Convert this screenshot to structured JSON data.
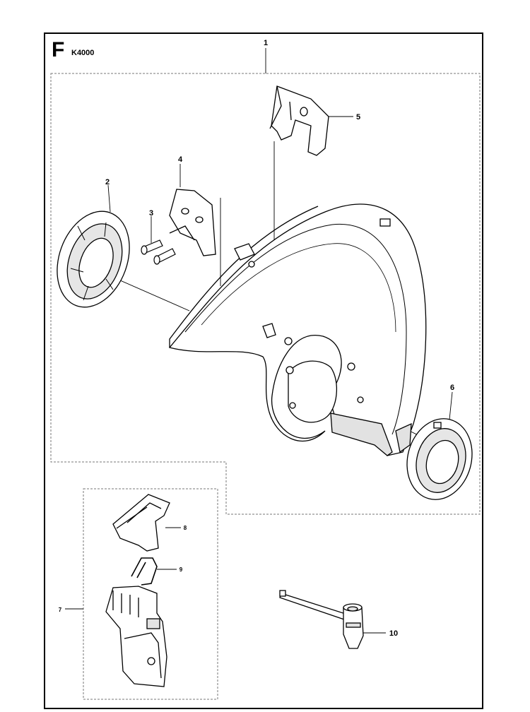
{
  "header": {
    "section_letter": "F",
    "model": "K4000"
  },
  "callouts": [
    {
      "id": "1",
      "label": "1"
    },
    {
      "id": "2",
      "label": "2"
    },
    {
      "id": "3",
      "label": "3"
    },
    {
      "id": "4",
      "label": "4"
    },
    {
      "id": "5",
      "label": "5"
    },
    {
      "id": "6",
      "label": "6"
    },
    {
      "id": "7",
      "label": "7"
    },
    {
      "id": "8",
      "label": "8"
    },
    {
      "id": "9",
      "label": "9"
    },
    {
      "id": "10",
      "label": "10"
    }
  ],
  "colors": {
    "line": "#000000",
    "dashed": "#777777",
    "part_fill": "#ffffff",
    "part_shade": "#d8d8d8"
  }
}
